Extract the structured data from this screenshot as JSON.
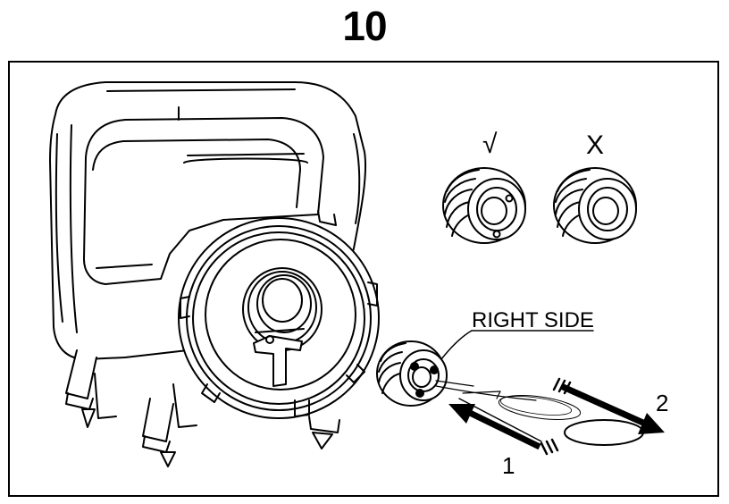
{
  "step": {
    "number": "10"
  },
  "labels": {
    "correct_mark": "√",
    "incorrect_mark": "X",
    "right_side": "RIGHT SIDE",
    "arrow_1": "1",
    "arrow_2": "2"
  },
  "colors": {
    "line": "#000000",
    "background": "#ffffff"
  }
}
